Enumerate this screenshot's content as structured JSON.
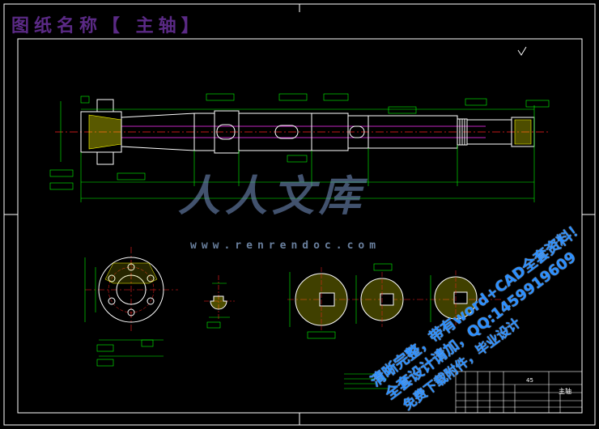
{
  "drawing": {
    "title": "图纸名称【 主轴】",
    "brand_watermark": "人人文库",
    "url_watermark": "www.renrendoc.com",
    "promo_lines": [
      "清晰完整，带有word+CAD全套资料！",
      "全套设计请加，QQ:1459919609",
      "免费下载附件，毕业设计"
    ],
    "title_block": {
      "part_name": "主轴",
      "material": "45"
    }
  },
  "colors": {
    "background": "#000000",
    "border": "#ffffff",
    "dimension": "#00ff00",
    "centerline": "#ff2020",
    "hatch": "#ffff00",
    "outline": "#ffffff",
    "title": "#5b2a86",
    "watermark_blue": "#2b8fff"
  }
}
